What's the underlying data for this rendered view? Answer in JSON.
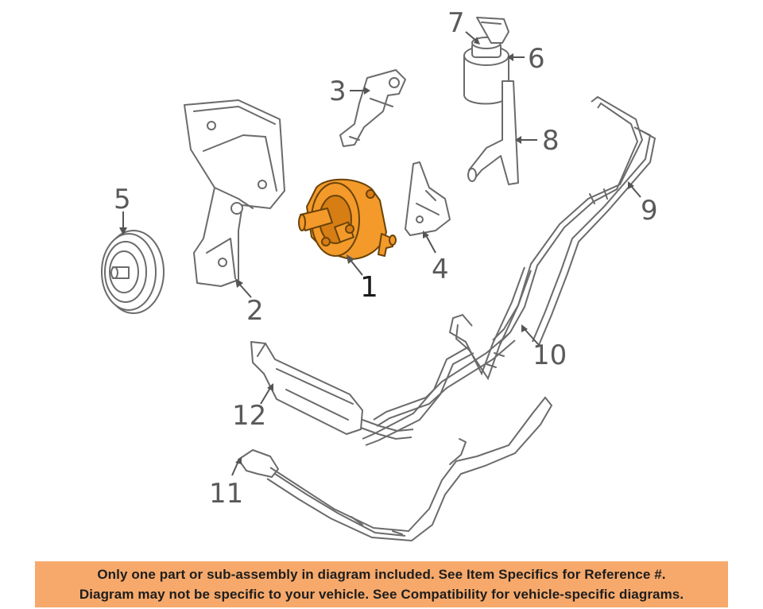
{
  "colors": {
    "highlight": "#f39a2b",
    "banner_background": "#f6a96b",
    "line_art": "#6b6b6b"
  },
  "callouts": {
    "c1": "1",
    "c2": "2",
    "c3": "3",
    "c4": "4",
    "c5": "5",
    "c6": "6",
    "c7": "7",
    "c8": "8",
    "c9": "9",
    "c10": "10",
    "c11": "11",
    "c12": "12"
  },
  "highlighted_part": "1",
  "disclaimer": {
    "line1": "Only one part or sub-assembly in diagram included. See Item Specifics for Reference #.",
    "line2": "Diagram may not be specific to your vehicle. See Compatibility for vehicle-specific diagrams."
  }
}
